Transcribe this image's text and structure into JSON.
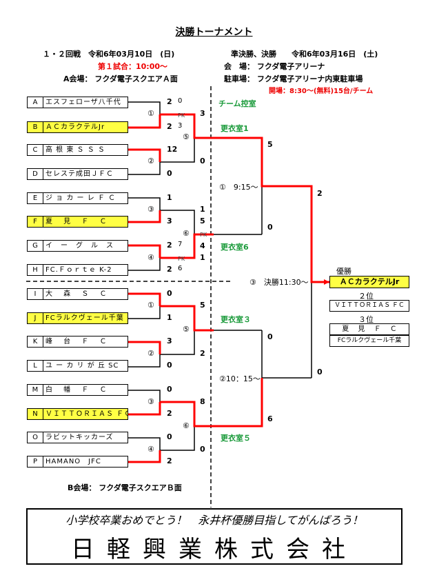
{
  "title": "決勝トーナメント",
  "left_header": {
    "round": "１・２回戦　令和6年03月10日　(日)",
    "first_match": "第１試合：10:00～",
    "venue_a": "A会場： フクダ電子スクエアＡ面"
  },
  "right_header": {
    "round": "準決勝、決勝　　令和6年03月16日　(土)",
    "venue": "会　場： フクダ電子アリーナ",
    "parking": "駐車場： フクダ電子アリーナ内東駐車場",
    "opening": "開場：8:30～(無料)15台/チーム"
  },
  "venue_b": "B会場： フクダ電子スクエアＢ面",
  "teams": [
    {
      "letter": "A",
      "name": "エスフェローザ八千代",
      "highlight": false
    },
    {
      "letter": "B",
      "name": "ＡＣカラクテルJr",
      "highlight": true
    },
    {
      "letter": "C",
      "name": "高 根 東 Ｓ Ｓ Ｓ",
      "highlight": false
    },
    {
      "letter": "D",
      "name": "セレステ成田ＪＦＣ",
      "highlight": false
    },
    {
      "letter": "E",
      "name": "ジ ョ カ ー レ Ｆ Ｃ",
      "highlight": false
    },
    {
      "letter": "F",
      "name": "夏　 見　 Ｆ　 Ｃ",
      "highlight": true
    },
    {
      "letter": "G",
      "name": "イ　ー　グ　ル　ス",
      "highlight": false
    },
    {
      "letter": "H",
      "name": "FC.Ｆｏｒｔｅ K-2",
      "highlight": false
    },
    {
      "letter": "I",
      "name": "大　 森　 Ｓ　 Ｃ",
      "highlight": false
    },
    {
      "letter": "J",
      "name": "FCラルクヴェール千葉",
      "highlight": true
    },
    {
      "letter": "K",
      "name": "峰　 台　 Ｆ　 Ｃ",
      "highlight": false
    },
    {
      "letter": "L",
      "name": "ユ ー カ リ が 丘 SC",
      "highlight": false
    },
    {
      "letter": "M",
      "name": "白　 幡　 Ｆ　 Ｃ",
      "highlight": false
    },
    {
      "letter": "N",
      "name": "ＶＩＴＴＯＲＩＡＳ ＦＣ",
      "highlight": true
    },
    {
      "letter": "O",
      "name": "ラビットキッカーズ",
      "highlight": false
    },
    {
      "letter": "P",
      "name": "HAMANO　JFC",
      "highlight": false
    }
  ],
  "first_round_scores": [
    "2",
    "2",
    "12",
    "0",
    "1",
    "3",
    "2",
    "2",
    "0",
    "1",
    "3",
    "0",
    "0",
    "2",
    "0",
    "2"
  ],
  "first_round_secondary": [
    "0",
    "3",
    "",
    "",
    "",
    "",
    "7",
    "6",
    "",
    "",
    "",
    "",
    "",
    "",
    "",
    ""
  ],
  "match_numbers": {
    "r1": [
      "①",
      "②",
      "③",
      "④",
      "①",
      "②",
      "③",
      "④"
    ],
    "r2": [
      "⑤",
      "⑥",
      "⑤",
      "⑥"
    ]
  },
  "second_round_scores": [
    "3",
    "0",
    "1",
    "5",
    "4",
    "1",
    "5",
    "2",
    "8",
    "0"
  ],
  "pk_label": "PK",
  "rooms": {
    "r1": "チーム控室",
    "r2": "更衣室1",
    "r3": "更衣室6",
    "r4": "更衣室３",
    "r5": "更衣室５"
  },
  "semi": {
    "top_label": "①　9:15～",
    "bottom_label": "②10：15～",
    "top_scores": [
      "5",
      "0"
    ],
    "bottom_scores": [
      "0",
      "6"
    ]
  },
  "final": {
    "label": "③　決勝11:30～",
    "scores": [
      "2",
      "0"
    ]
  },
  "results": {
    "winner_label": "優勝",
    "winner": "ＡＣカラクテルJr",
    "second_label": "２位",
    "second": "ＶＩＴＴＯＲＩＡＳ ＦＣ",
    "third_label": "３位",
    "third_1": "夏　 見　 Ｆ　 Ｃ",
    "third_2": "FCラルクヴェール千葉"
  },
  "footer": {
    "slogan": "小学校卒業おめでとう！　永井杯優勝目指してがんばろう！",
    "company": "日軽興業株式会社"
  },
  "colors": {
    "win_line": "#ff0000",
    "highlight": "#ffff44",
    "room_text": "#1a9a3a",
    "notice_text": "#ee0000"
  }
}
